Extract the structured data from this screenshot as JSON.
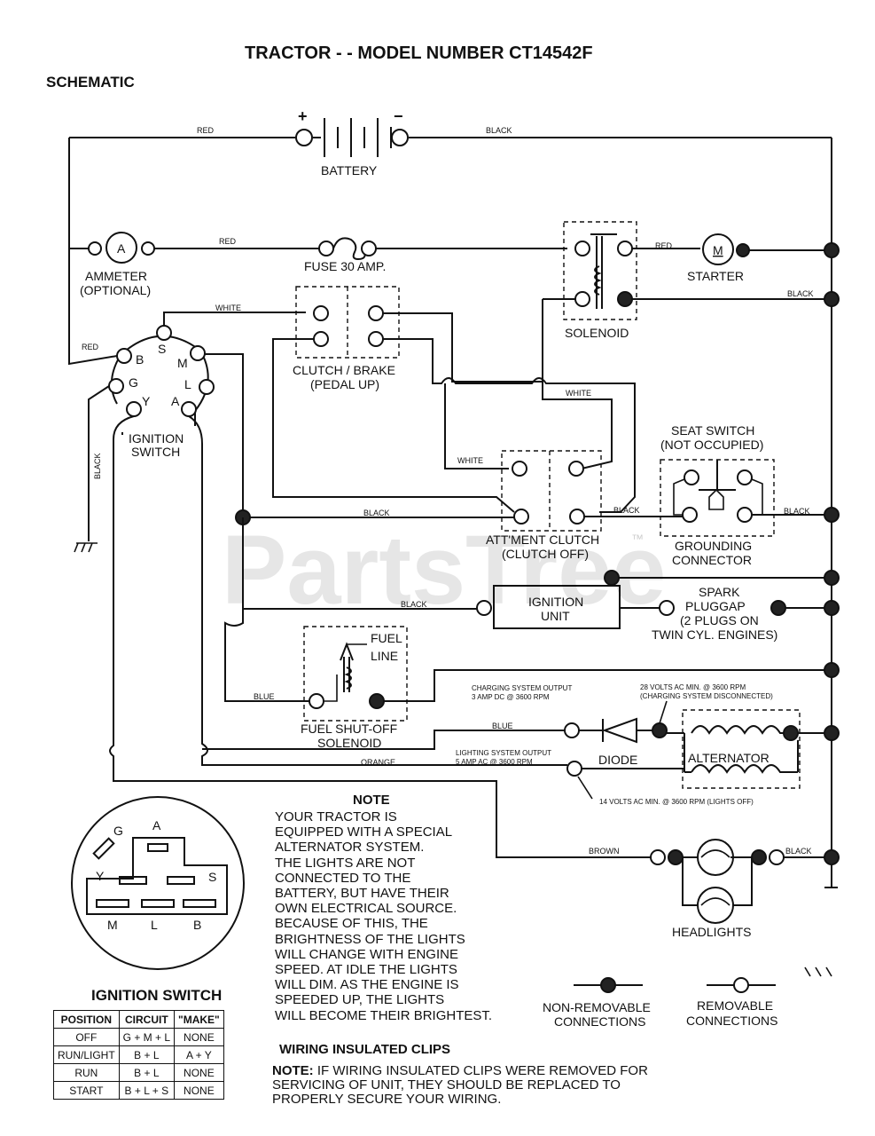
{
  "title": "TRACTOR - - MODEL NUMBER CT14542F",
  "section": "SCHEMATIC",
  "watermark": "PartsTree",
  "watermark_tm": "™",
  "components": {
    "battery": "BATTERY",
    "battery_plus": "+",
    "battery_minus": "−",
    "ammeter_letter": "A",
    "ammeter_1": "AMMETER",
    "ammeter_2": "(OPTIONAL)",
    "fuse": "FUSE 30 AMP.",
    "starter_letter": "M",
    "starter": "STARTER",
    "solenoid": "SOLENOID",
    "ignition_switch_1": "IGNITION",
    "ignition_switch_2": "SWITCH",
    "clutch_brake_1": "CLUTCH / BRAKE",
    "clutch_brake_2": "(PEDAL UP)",
    "seat_switch_1": "SEAT SWITCH",
    "seat_switch_2": "(NOT OCCUPIED)",
    "attment_clutch_1": "ATT'MENT CLUTCH",
    "attment_clutch_2": "(CLUTCH OFF)",
    "grounding_1": "GROUNDING",
    "grounding_2": "CONNECTOR",
    "ignition_unit_1": "IGNITION",
    "ignition_unit_2": "UNIT",
    "spark_1": "SPARK",
    "spark_2": "PLUGGAP",
    "spark_3": "(2 PLUGS ON",
    "spark_4": "TWIN CYL. ENGINES)",
    "fuel_line_1": "FUEL",
    "fuel_line_2": "LINE",
    "fuel_solenoid_1": "FUEL SHUT-OFF",
    "fuel_solenoid_2": "SOLENOID",
    "diode": "DIODE",
    "alternator": "ALTERNATOR",
    "headlights": "HEADLIGHTS",
    "charging_output_1": "CHARGING SYSTEM OUTPUT",
    "charging_output_2": "3 AMP DC @ 3600 RPM",
    "volts28_1": "28 VOLTS AC MIN. @ 3600 RPM",
    "volts28_2": "(CHARGING SYSTEM DISCONNECTED)",
    "lighting_output_1": "LIGHTING SYSTEM OUTPUT",
    "lighting_output_2": "5 AMP AC @ 3600 RPM",
    "volts14": "14 VOLTS AC MIN. @ 3600 RPM (LIGHTS OFF)"
  },
  "ignition_terminals": {
    "B": "B",
    "S": "S",
    "M": "M",
    "G": "G",
    "L": "L",
    "Y": "Y",
    "A": "A"
  },
  "wires": {
    "red": "RED",
    "black": "BLACK",
    "white": "WHITE",
    "blue": "BLUE",
    "orange": "ORANGE",
    "brown": "BROWN"
  },
  "note": {
    "heading": "NOTE",
    "body": "YOUR TRACTOR IS\nEQUIPPED WITH A SPECIAL\nALTERNATOR SYSTEM.\nTHE LIGHTS ARE NOT\nCONNECTED TO THE\nBATTERY, BUT HAVE THEIR\nOWN ELECTRICAL SOURCE.\nBECAUSE OF THIS, THE\nBRIGHTNESS OF THE LIGHTS\nWILL CHANGE WITH ENGINE\nSPEED.  AT IDLE THE LIGHTS\nWILL DIM.  AS THE ENGINE IS\nSPEEDED UP, THE LIGHTS\nWILL BECOME THEIR BRIGHTEST."
  },
  "legend": {
    "non_removable_1": "NON-REMOVABLE",
    "non_removable_2": "CONNECTIONS",
    "removable_1": "REMOVABLE",
    "removable_2": "CONNECTIONS"
  },
  "ignition_switch_detail": {
    "title": "IGNITION SWITCH",
    "headers": [
      "POSITION",
      "CIRCUIT",
      "\"MAKE\""
    ],
    "rows": [
      [
        "OFF",
        "G + M + L",
        "NONE"
      ],
      [
        "RUN/LIGHT",
        "B + L",
        "A + Y"
      ],
      [
        "RUN",
        "B + L",
        "NONE"
      ],
      [
        "START",
        "B + L + S",
        "NONE"
      ]
    ]
  },
  "clips": {
    "heading": "WIRING INSULATED CLIPS",
    "note_label": "NOTE:",
    "note_1": " IF WIRING INSULATED CLIPS WERE REMOVED FOR",
    "note_2": "SERVICING OF UNIT, THEY SHOULD BE REPLACED TO",
    "note_3": "PROPERLY SECURE YOUR WIRING."
  }
}
